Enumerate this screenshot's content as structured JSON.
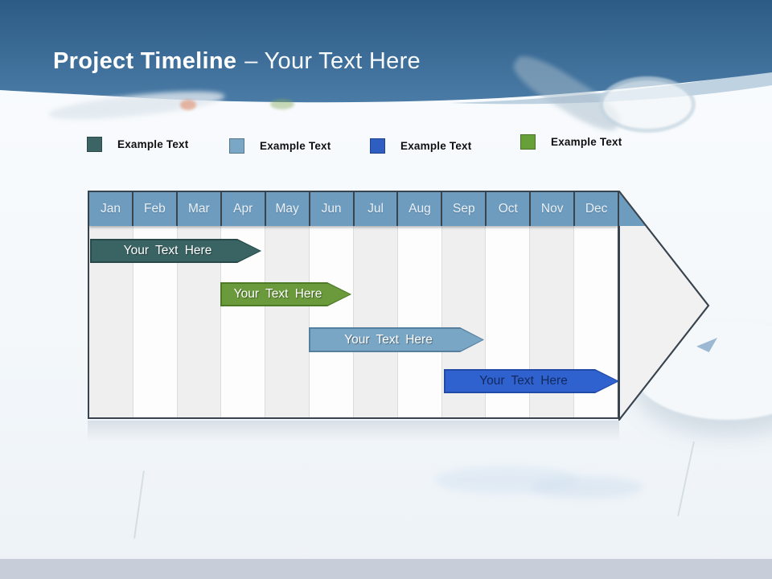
{
  "header": {
    "title_bold": "Project Timeline",
    "title_rest": "– Your Text Here"
  },
  "legend": {
    "items": [
      {
        "label": "Example Text",
        "color": "#3d6464"
      },
      {
        "label": "Example Text",
        "color": "#7ba7c7"
      },
      {
        "label": "Example Text",
        "color": "#2e5ec2"
      },
      {
        "label": "Example Text",
        "color": "#679f38"
      }
    ]
  },
  "timeline": {
    "header_color": "#6d9cbf",
    "months": [
      "Jan",
      "Feb",
      "Mar",
      "Apr",
      "May",
      "Jun",
      "Jul",
      "Aug",
      "Sep",
      "Oct",
      "Nov",
      "Dec"
    ],
    "bars": [
      {
        "label": "Your Text Here",
        "fill_color": "#3a6363",
        "border_color": "#27494a",
        "text_color": "#ffffff",
        "start_month": "Jan",
        "end_month": "Apr"
      },
      {
        "label": "Your Text Here",
        "fill_color": "#6a9a3b",
        "border_color": "#4d7a26",
        "text_color": "#ffffff",
        "start_month": "Apr",
        "end_month": "Jun"
      },
      {
        "label": "Your Text Here",
        "fill_color": "#7aa6c6",
        "border_color": "#567f9e",
        "text_color": "#ffffff",
        "start_month": "Jun",
        "end_month": "Sep"
      },
      {
        "label": "Your Text Here",
        "fill_color": "#2f62cf",
        "border_color": "#2149a6",
        "text_color": "#13295e",
        "start_month": "Sep",
        "end_month": "Dec"
      }
    ]
  },
  "chart_data": {
    "type": "bar",
    "subtype": "gantt-timeline",
    "title": "Project Timeline – Your Text Here",
    "categories": [
      "Jan",
      "Feb",
      "Mar",
      "Apr",
      "May",
      "Jun",
      "Jul",
      "Aug",
      "Sep",
      "Oct",
      "Nov",
      "Dec"
    ],
    "x_axis": "months",
    "grid": "alternating-vertical-stripes",
    "legend_position": "top",
    "legend_entries": [
      "Example Text",
      "Example Text",
      "Example Text",
      "Example Text"
    ],
    "bars": [
      {
        "label": "Your Text Here",
        "row": 1,
        "start": "Jan",
        "end": "Apr",
        "start_index": 0.0,
        "end_index": 3.9,
        "color": "#3a6363"
      },
      {
        "label": "Your Text Here",
        "row": 2,
        "start": "Apr",
        "end": "Jun",
        "start_index": 3.0,
        "end_index": 5.9,
        "color": "#6a9a3b"
      },
      {
        "label": "Your Text Here",
        "row": 3,
        "start": "Jun",
        "end": "Sep",
        "start_index": 5.0,
        "end_index": 8.9,
        "color": "#7aa6c6"
      },
      {
        "label": "Your Text Here",
        "row": 4,
        "start": "Sep",
        "end": "Dec",
        "start_index": 8.0,
        "end_index": 12.0,
        "color": "#2f62cf"
      }
    ]
  }
}
